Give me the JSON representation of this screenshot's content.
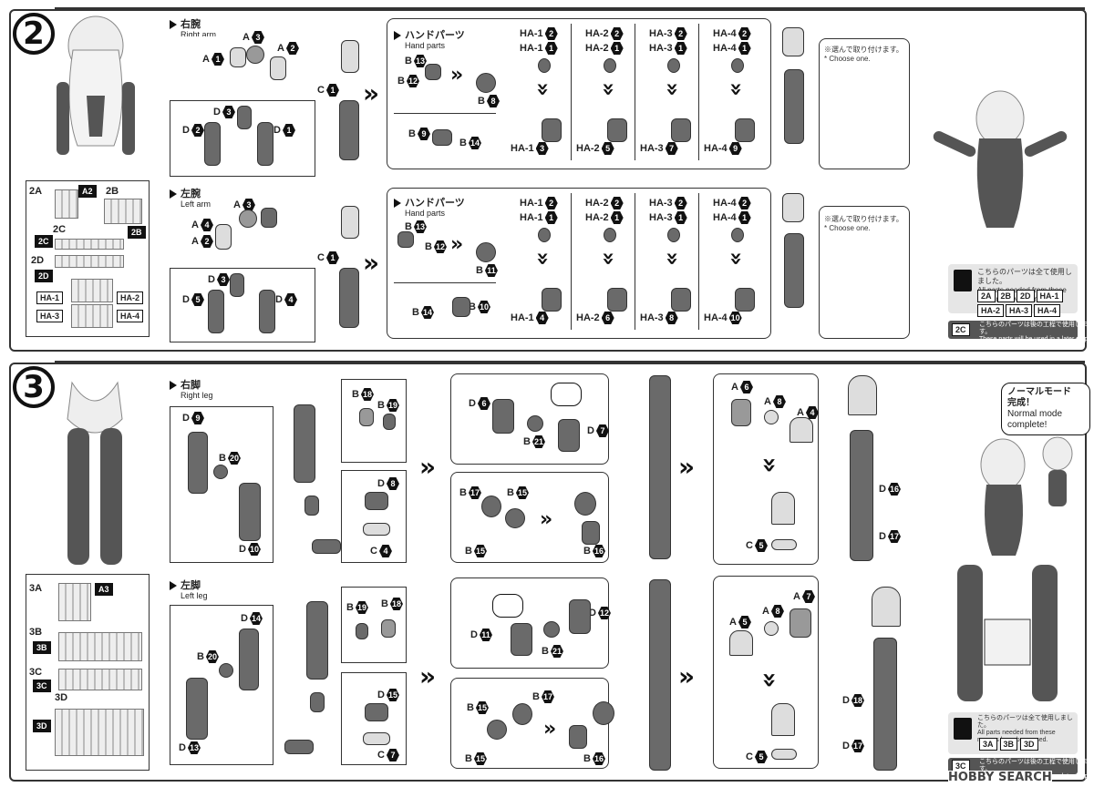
{
  "step2": {
    "number": "2",
    "right_arm": {
      "jp": "右腕",
      "en": "Right arm"
    },
    "left_arm": {
      "jp": "左腕",
      "en": "Left arm"
    },
    "hand_parts": {
      "jp": "ハンドパーツ",
      "en": "Hand parts"
    },
    "choose": {
      "jp": "※選んで取り付けます。",
      "en": "* Choose one."
    },
    "runners_left": [
      "2A",
      "A2",
      "2B",
      "2B",
      "2C",
      "2C",
      "2D",
      "2D"
    ],
    "hand_tags": [
      "HA-1",
      "HA-2",
      "HA-3",
      "HA-4"
    ],
    "right_arm_labels": {
      "a1": [
        "A",
        "1"
      ],
      "a2": [
        "A",
        "2"
      ],
      "a3": [
        "A",
        "3"
      ],
      "c1": [
        "C",
        "1"
      ],
      "d1": [
        "D",
        "1"
      ],
      "d2": [
        "D",
        "2"
      ],
      "d3": [
        "D",
        "3"
      ]
    },
    "left_arm_labels": {
      "a2": [
        "A",
        "2"
      ],
      "a3": [
        "A",
        "3"
      ],
      "a4": [
        "A",
        "4"
      ],
      "c1": [
        "C",
        "1"
      ],
      "d3": [
        "D",
        "3"
      ],
      "d4": [
        "D",
        "4"
      ],
      "d5": [
        "D",
        "5"
      ]
    },
    "right_hand_b": [
      [
        "B",
        "13"
      ],
      [
        "B",
        "12"
      ],
      [
        "B",
        "8"
      ],
      [
        "B",
        "9"
      ],
      [
        "B",
        "14"
      ]
    ],
    "left_hand_b": [
      [
        "B",
        "13"
      ],
      [
        "B",
        "12"
      ],
      [
        "B",
        "11"
      ],
      [
        "B",
        "14"
      ],
      [
        "B",
        "10"
      ]
    ],
    "right_hand_cols": [
      {
        "top": [
          "HA-1",
          "2"
        ],
        "mid": [
          "HA-1",
          "1"
        ],
        "bot": [
          "HA-1",
          "3"
        ]
      },
      {
        "top": [
          "HA-2",
          "2"
        ],
        "mid": [
          "HA-2",
          "1"
        ],
        "bot": [
          "HA-2",
          "5"
        ]
      },
      {
        "top": [
          "HA-3",
          "2"
        ],
        "mid": [
          "HA-3",
          "1"
        ],
        "bot": [
          "HA-3",
          "7"
        ]
      },
      {
        "top": [
          "HA-4",
          "2"
        ],
        "mid": [
          "HA-4",
          "1"
        ],
        "bot": [
          "HA-4",
          "9"
        ]
      }
    ],
    "left_hand_cols": [
      {
        "top": [
          "HA-1",
          "2"
        ],
        "mid": [
          "HA-1",
          "1"
        ],
        "bot": [
          "HA-1",
          "4"
        ]
      },
      {
        "top": [
          "HA-2",
          "2"
        ],
        "mid": [
          "HA-2",
          "1"
        ],
        "bot": [
          "HA-2",
          "6"
        ]
      },
      {
        "top": [
          "HA-3",
          "2"
        ],
        "mid": [
          "HA-3",
          "1"
        ],
        "bot": [
          "HA-3",
          "8"
        ]
      },
      {
        "top": [
          "HA-4",
          "2"
        ],
        "mid": [
          "HA-4",
          "1"
        ],
        "bot": [
          "HA-4",
          "10"
        ]
      }
    ],
    "runner_done": {
      "jp": "こちらのパーツは全て使用しました。",
      "en": "All parts needed from these runners have been used.",
      "tags": [
        "2A",
        "2B",
        "2D",
        "HA-1",
        "HA-2",
        "HA-3",
        "HA-4"
      ]
    },
    "runner_later": {
      "tag": "2C",
      "jp": "こちらのパーツは後の工程で使用します。",
      "en": "These parts will be used in a later step."
    }
  },
  "step3": {
    "number": "3",
    "right_leg": {
      "jp": "右脚",
      "en": "Right leg"
    },
    "left_leg": {
      "jp": "左脚",
      "en": "Left leg"
    },
    "runners_left": [
      "3A",
      "A3",
      "3B",
      "3B",
      "3C",
      "3C",
      "3D",
      "3D"
    ],
    "right_labels": {
      "d9": [
        "D",
        "9"
      ],
      "b20": [
        "B",
        "20"
      ],
      "d10": [
        "D",
        "10"
      ],
      "b18": [
        "B",
        "18"
      ],
      "b19": [
        "B",
        "19"
      ],
      "d8": [
        "D",
        "8"
      ],
      "c4": [
        "C",
        "4"
      ],
      "d6": [
        "D",
        "6"
      ],
      "d7": [
        "D",
        "7"
      ],
      "b21": [
        "B",
        "21"
      ],
      "b17": [
        "B",
        "17"
      ],
      "b15a": [
        "B",
        "15"
      ],
      "b15b": [
        "B",
        "15"
      ],
      "b16": [
        "B",
        "16"
      ],
      "a6": [
        "A",
        "6"
      ],
      "a8": [
        "A",
        "8"
      ],
      "a4": [
        "A",
        "4"
      ],
      "c5": [
        "C",
        "5"
      ],
      "d16": [
        "D",
        "16"
      ],
      "d17": [
        "D",
        "17"
      ]
    },
    "left_labels": {
      "d14": [
        "D",
        "14"
      ],
      "b20": [
        "B",
        "20"
      ],
      "d13": [
        "D",
        "13"
      ],
      "b19": [
        "B",
        "19"
      ],
      "b18": [
        "B",
        "18"
      ],
      "d15": [
        "D",
        "15"
      ],
      "c7": [
        "C",
        "7"
      ],
      "d12": [
        "D",
        "12"
      ],
      "d11": [
        "D",
        "11"
      ],
      "b21": [
        "B",
        "21"
      ],
      "b17": [
        "B",
        "17"
      ],
      "b15a": [
        "B",
        "15"
      ],
      "b15b": [
        "B",
        "15"
      ],
      "b16": [
        "B",
        "16"
      ],
      "a7": [
        "A",
        "7"
      ],
      "a8": [
        "A",
        "8"
      ],
      "a5": [
        "A",
        "5"
      ],
      "c5": [
        "C",
        "5"
      ],
      "d18": [
        "D",
        "18"
      ],
      "d17": [
        "D",
        "17"
      ]
    },
    "normal_mode": {
      "jp1": "ノーマルモード",
      "jp2": "完成！",
      "en1": "Normal mode",
      "en2": "complete!"
    },
    "runner_done": {
      "jp": "こちらのパーツは全て使用しました。",
      "en": "All parts needed from these runners have been used.",
      "tags": [
        "3A",
        "3B",
        "3D"
      ]
    },
    "runner_later": {
      "tag": "3C",
      "jp": "こちらのパーツは後の工程で使用します。",
      "en": "These parts will be used in a later step."
    }
  },
  "watermark": "HOBBY SEARCH",
  "colors": {
    "ink": "#111111",
    "part_dark": "#6a6a6a",
    "frame": "#333333"
  }
}
